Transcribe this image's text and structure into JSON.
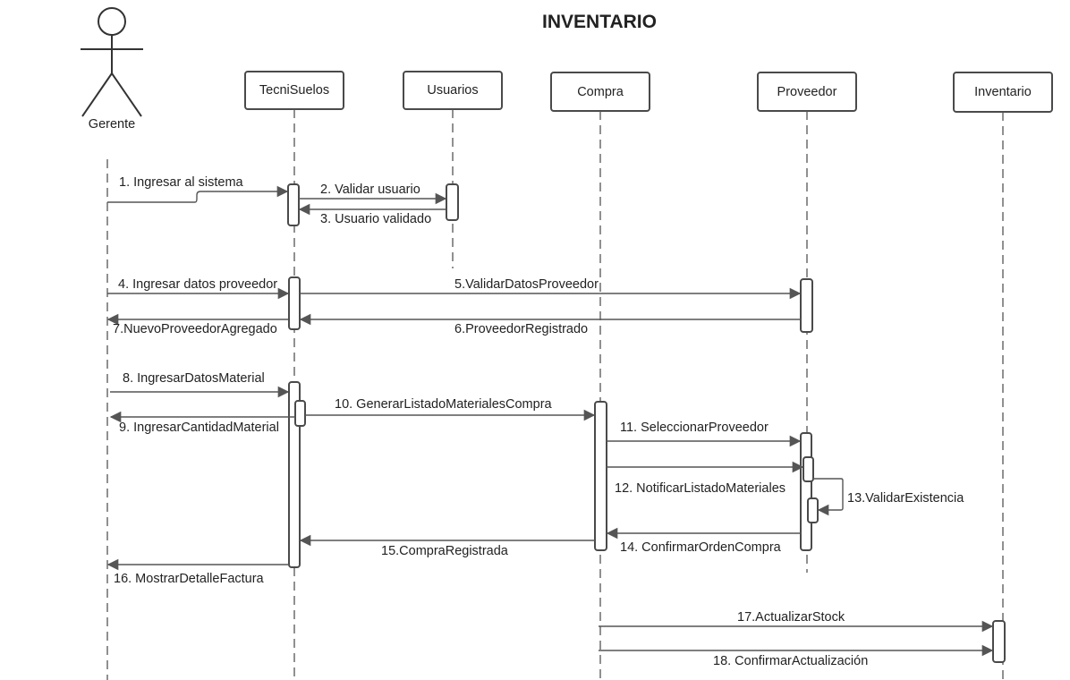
{
  "title": "INVENTARIO",
  "actor": {
    "name": "Gerente"
  },
  "participants": [
    {
      "name": "TecniSuelos"
    },
    {
      "name": "Usuarios"
    },
    {
      "name": "Compra"
    },
    {
      "name": "Proveedor"
    },
    {
      "name": "Inventario"
    }
  ],
  "messages": [
    {
      "label": "1. Ingresar al sistema",
      "from": "Gerente",
      "to": "TecniSuelos"
    },
    {
      "label": "2. Validar usuario",
      "from": "TecniSuelos",
      "to": "Usuarios"
    },
    {
      "label": "3. Usuario validado",
      "from": "Usuarios",
      "to": "TecniSuelos"
    },
    {
      "label": "4. Ingresar datos proveedor",
      "from": "Gerente",
      "to": "TecniSuelos"
    },
    {
      "label": "5.ValidarDatosProveedor",
      "from": "TecniSuelos",
      "to": "Proveedor"
    },
    {
      "label": "6.ProveedorRegistrado",
      "from": "Proveedor",
      "to": "TecniSuelos"
    },
    {
      "label": "7.NuevoProveedorAgregado",
      "from": "TecniSuelos",
      "to": "Gerente"
    },
    {
      "label": "8. IngresarDatosMaterial",
      "from": "Gerente",
      "to": "TecniSuelos"
    },
    {
      "label": "9. IngresarCantidadMaterial",
      "from": "TecniSuelos",
      "to": "Gerente"
    },
    {
      "label": "10. GenerarListadoMaterialesCompra",
      "from": "TecniSuelos",
      "to": "Compra"
    },
    {
      "label": "11. SeleccionarProveedor",
      "from": "Compra",
      "to": "Proveedor"
    },
    {
      "label": "12. NotificarListadoMateriales",
      "from": "Compra",
      "to": "Proveedor"
    },
    {
      "label": "13.ValidarExistencia",
      "from": "Proveedor",
      "to": "Proveedor"
    },
    {
      "label": "14. ConfirmarOrdenCompra",
      "from": "Proveedor",
      "to": "Compra"
    },
    {
      "label": "15.CompraRegistrada",
      "from": "Compra",
      "to": "TecniSuelos"
    },
    {
      "label": "16. MostrarDetalleFactura",
      "from": "TecniSuelos",
      "to": "Gerente"
    },
    {
      "label": "17.ActualizarStock",
      "from": "Compra",
      "to": "Inventario"
    },
    {
      "label": "18. ConfirmarActualización",
      "from": "Compra",
      "to": "Inventario"
    }
  ]
}
